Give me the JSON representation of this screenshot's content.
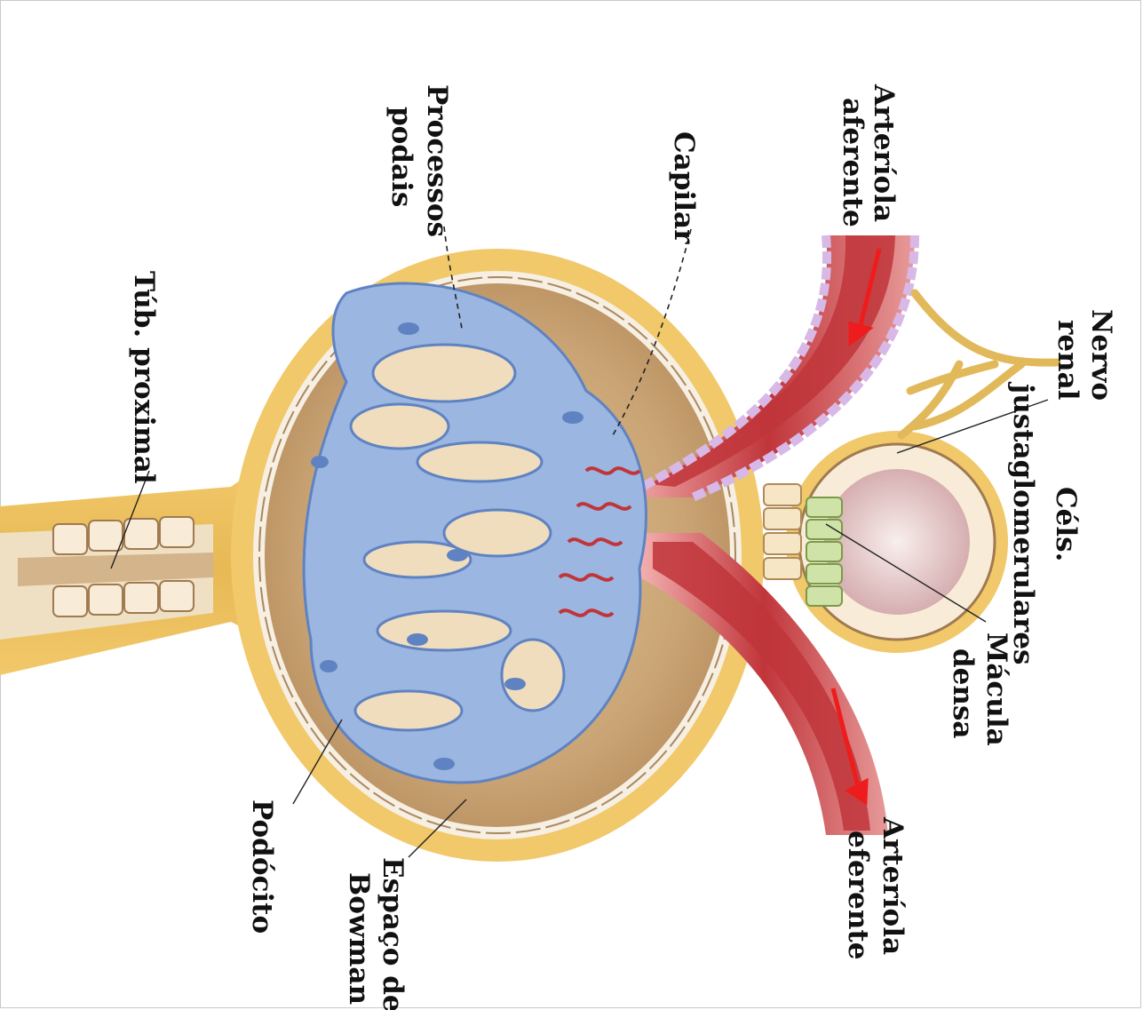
{
  "labels": {
    "arteriola_aferente_1": "Arteríola",
    "arteriola_aferente_2": "aferente",
    "capilar": "Capilar",
    "processos_1": "Processos",
    "processos_2": "podais",
    "tub_proximal": "Túb. proximal",
    "nervo_1": "Nervo",
    "nervo_2": "renal",
    "cels_1": "Céls.",
    "cels_2": "justaglomerulares",
    "macula_1": "Mácula",
    "macula_2": "densa",
    "arteriola_eferente_1": "Arteríola",
    "arteriola_eferente_2": "eferente",
    "espaco_1": "Espaço de",
    "espaco_2": "Bowman",
    "podocito": "Podócito"
  },
  "colors": {
    "capsule_outer": "#f1c86a",
    "capsule_inner": "#cba57a",
    "bowman_space": "#d8b88f",
    "podocyte": "#9bb6e0",
    "podocyte_dark": "#5f83c2",
    "artery": "#c0353a",
    "artery_light": "#e89a9a",
    "tubule_cells": "#f7e9d2",
    "macula_cells": "#cfe2a8",
    "nerve": "#e2b95a",
    "flow_arrow": "#ee1c1c"
  }
}
